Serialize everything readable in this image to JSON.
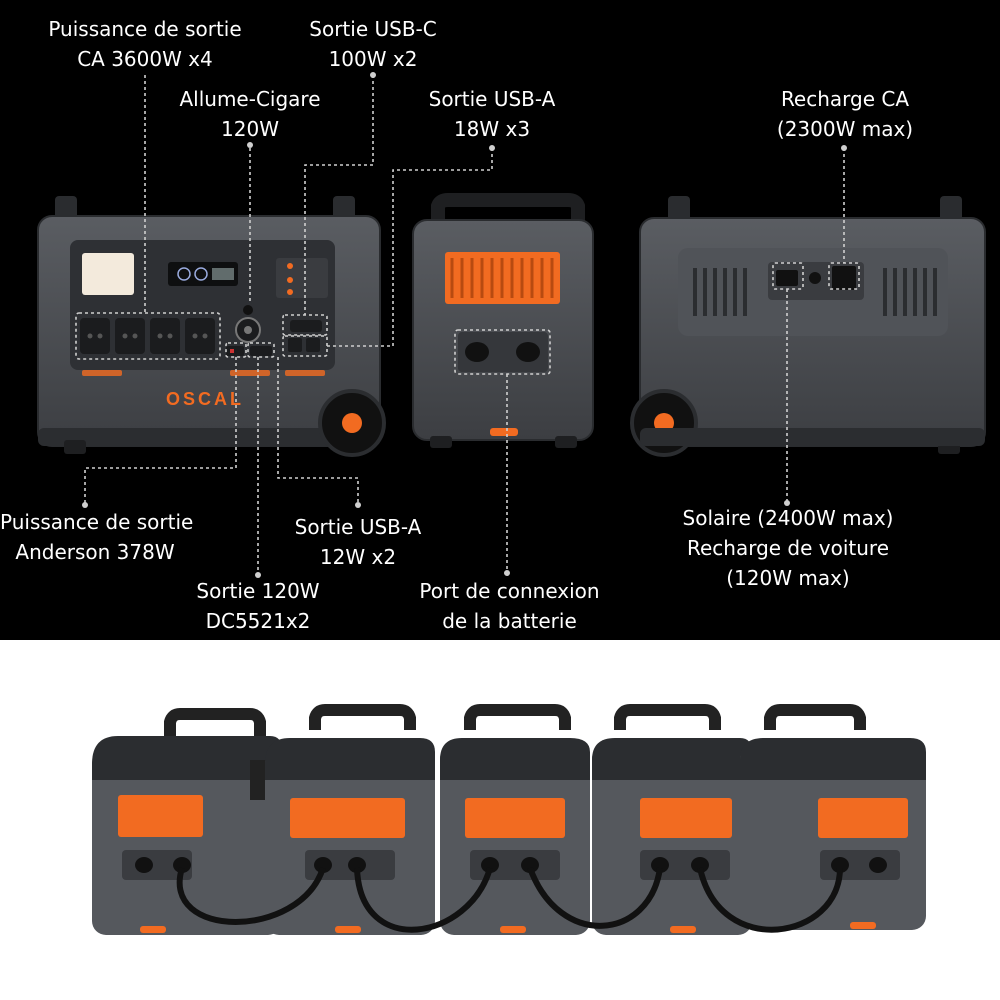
{
  "labels": {
    "ac_output": {
      "line1": "Puissance de sortie",
      "line2": "CA 3600W x4"
    },
    "usbc": {
      "line1": "Sortie USB-C",
      "line2": "100W x2"
    },
    "cigar": {
      "line1": "Allume-Cigare",
      "line2": "120W"
    },
    "usba_18": {
      "line1": "Sortie USB-A",
      "line2": "18W x3"
    },
    "ac_charge": {
      "line1": "Recharge CA",
      "line2": "(2300W max)"
    },
    "anderson": {
      "line1": "Puissance de sortie",
      "line2": "Anderson 378W"
    },
    "usba_12": {
      "line1": "Sortie USB-A",
      "line2": "12W x2"
    },
    "dc5521": {
      "line1": "Sortie 120W",
      "line2": "DC5521x2"
    },
    "battery_port": {
      "line1": "Port de connexion",
      "line2": "de la batterie"
    },
    "solar": {
      "line1": "Solaire (2400W max)",
      "line2": "Recharge de voiture",
      "line3": "(120W max)"
    }
  },
  "product": {
    "brand": "OSCAL"
  },
  "colors": {
    "accent": "#f26b21",
    "body": "#4a4d52",
    "dark": "#1f2124",
    "background_top": "#000000",
    "background_bottom": "#ffffff"
  }
}
